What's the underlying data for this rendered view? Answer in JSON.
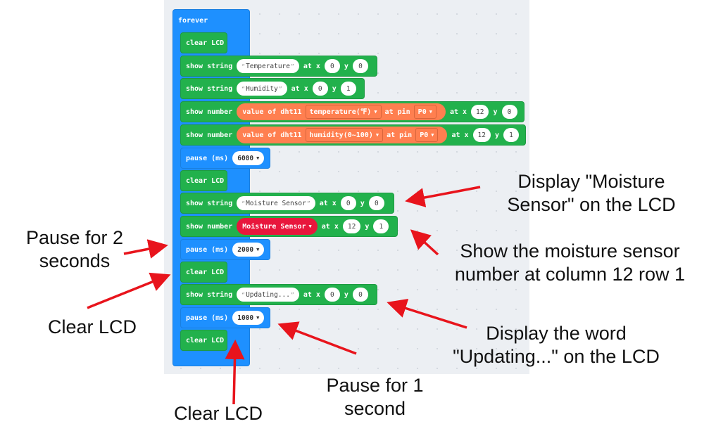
{
  "program": {
    "forever": "forever",
    "clear1": "clear LCD",
    "row_temp": {
      "cmd": "show string",
      "text": "Temperature",
      "at_x": "at x",
      "x": "0",
      "y_label": "y",
      "y": "0"
    },
    "row_hum": {
      "cmd": "show string",
      "text": "Humidity",
      "at_x": "at x",
      "x": "0",
      "y_label": "y",
      "y": "1"
    },
    "num_temp": {
      "cmd": "show number",
      "value_of": "value of dht11",
      "option": "temperature(℉)",
      "at_pin": "at pin",
      "pin": "P0",
      "at_x": "at x",
      "x": "12",
      "y_label": "y",
      "y": "0"
    },
    "num_hum": {
      "cmd": "show number",
      "value_of": "value of dht11",
      "option": "humidity(0~100)",
      "at_pin": "at pin",
      "pin": "P0",
      "at_x": "at x",
      "x": "12",
      "y_label": "y",
      "y": "1"
    },
    "pause1": {
      "cmd": "pause (ms)",
      "value": "6000"
    },
    "clear2": "clear LCD",
    "row_moist": {
      "cmd": "show string",
      "text": "Moisture Sensor",
      "at_x": "at x",
      "x": "0",
      "y_label": "y",
      "y": "0"
    },
    "num_moist": {
      "cmd": "show number",
      "sensor": "Moisture Sensor",
      "at_x": "at x",
      "x": "12",
      "y_label": "y",
      "y": "1"
    },
    "pause2": {
      "cmd": "pause (ms)",
      "value": "2000"
    },
    "clear3": "clear LCD",
    "row_upd": {
      "cmd": "show string",
      "text": "Updating...",
      "at_x": "at x",
      "x": "0",
      "y_label": "y",
      "y": "0"
    },
    "pause3": {
      "cmd": "pause (ms)",
      "value": "1000"
    },
    "clear4": "clear LCD"
  },
  "annotations": {
    "display_moisture": [
      "Display \"Moisture",
      "Sensor\" on the LCD"
    ],
    "show_moisture_number": [
      "Show the moisture sensor",
      "number at column 12 row 1"
    ],
    "pause_2": [
      "Pause for 2",
      "seconds"
    ],
    "clear_lcd_left": [
      "Clear LCD"
    ],
    "display_updating": [
      "Display the word",
      "\"Updating...\" on the LCD"
    ],
    "pause_1": [
      "Pause for 1",
      "second"
    ],
    "clear_lcd_bottom": [
      "Clear LCD"
    ]
  },
  "colors": {
    "arrow": "#e8141c",
    "basic_block": "#1e90ff",
    "lcd_block": "#22b14c",
    "dht_block": "#ff7f50",
    "sensor_block": "#e8163c"
  }
}
